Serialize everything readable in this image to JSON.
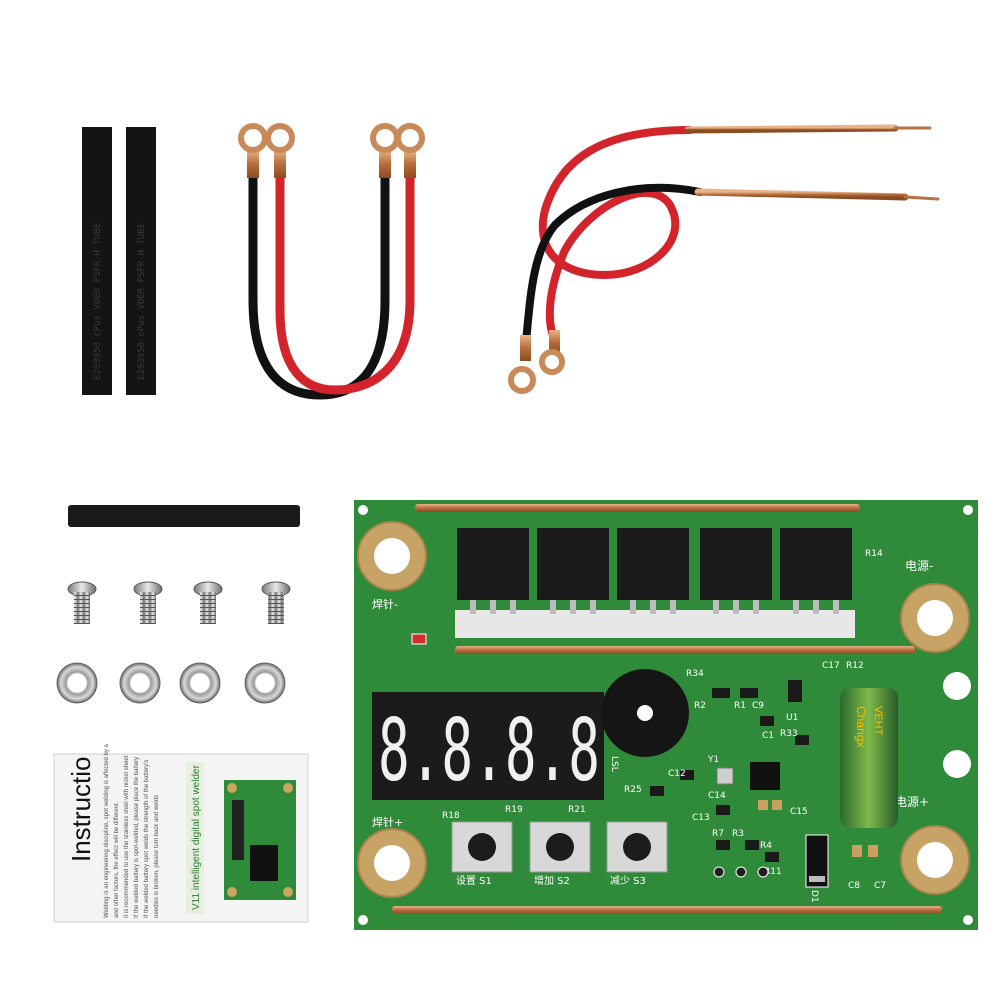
{
  "colors": {
    "background": "#ffffff",
    "pcb": "#2f8a3a",
    "copper": "#c98a5a",
    "display_on": "#f2f2f2",
    "red_wire": "#d3242b"
  },
  "display": {
    "digits": "8.8.8.8",
    "code": "LSL"
  },
  "labels": {
    "power_neg": "电源-",
    "power_pos": "电源+",
    "weld_neg": "焊针-",
    "weld_pos": "焊针+",
    "btn_set": "设置 S1",
    "btn_add": "增加 S2",
    "btn_sub": "减少 S3",
    "cap_brand": "Changx",
    "cap_value": "VEHT"
  },
  "components": [
    "R14",
    "R34",
    "R2",
    "R1",
    "C9",
    "U1",
    "R33",
    "C1",
    "C17",
    "R12",
    "R18",
    "R19",
    "R21",
    "R25",
    "C12",
    "C14",
    "C13",
    "C15",
    "R7",
    "R3",
    "R4",
    "R11",
    "C8",
    "C7",
    "D1",
    "Y1"
  ],
  "tubing_text": [
    "E203950 cPus VOER PSFR-H TUBE"
  ],
  "manual": {
    "title": "Instructio",
    "subtitle": "V11 intelligent digital spot welder",
    "body_lines": [
      "Welding is an engineering discipline, spot welding is affected by a",
      "and other factors, the effect will be different.",
      "It is recommended to use the stainless steel with nickel sheet",
      "If the welded battery is spot-welded, please place the battery",
      "If the welded battery spot welds the strength of the battery's",
      "needles is broken, please turn back and welds"
    ]
  }
}
